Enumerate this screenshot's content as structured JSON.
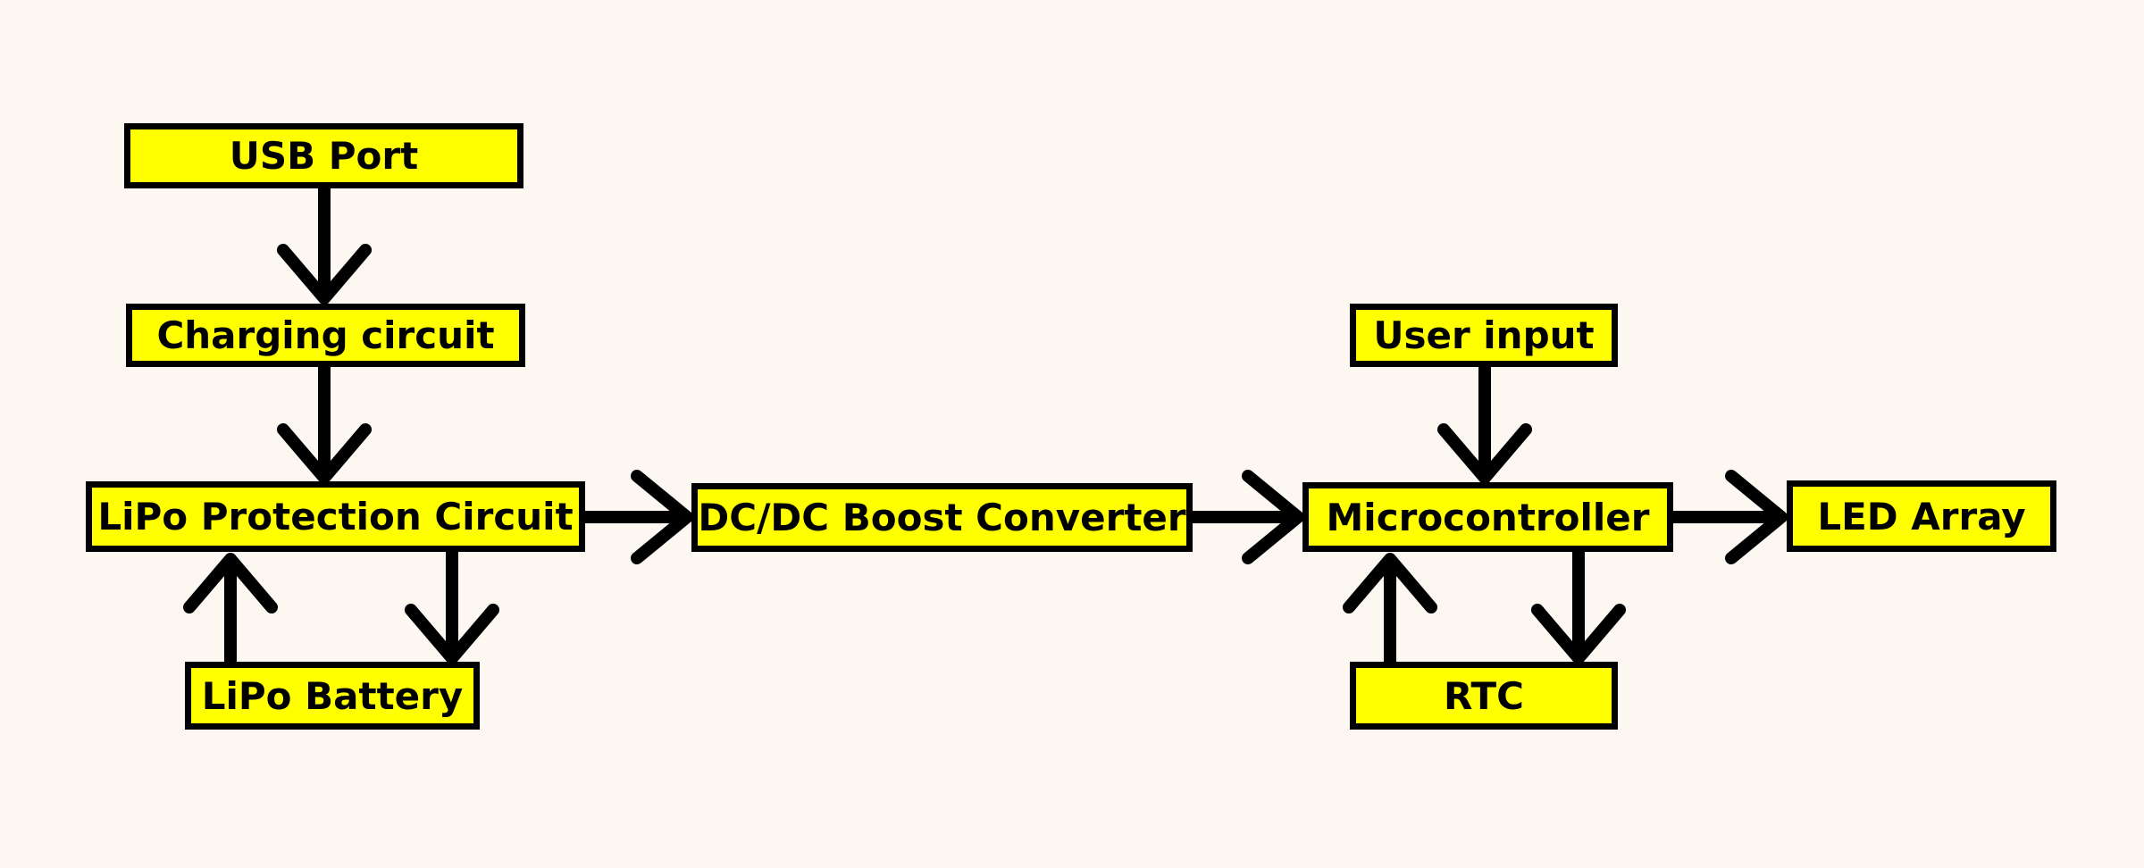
{
  "colors": {
    "background": "#FCF8F1",
    "node_fill": "#FFFF00",
    "node_border": "#000000",
    "arrow": "#000000",
    "text": "#000000"
  },
  "nodes": {
    "usb_port": {
      "label": "USB Port"
    },
    "charging_circuit": {
      "label": "Charging circuit"
    },
    "lipo_protection": {
      "label": "LiPo Protection Circuit"
    },
    "lipo_battery": {
      "label": "LiPo Battery"
    },
    "dcdc_boost": {
      "label": "DC/DC Boost Converter"
    },
    "user_input": {
      "label": "User input"
    },
    "microcontroller": {
      "label": "Microcontroller"
    },
    "rtc": {
      "label": "RTC"
    },
    "led_array": {
      "label": "LED Array"
    }
  },
  "edges": [
    {
      "from": "USB Port",
      "to": "Charging circuit",
      "direction": "down"
    },
    {
      "from": "Charging circuit",
      "to": "LiPo Protection Circuit",
      "direction": "down"
    },
    {
      "from": "LiPo Protection Circuit",
      "to": "LiPo Battery",
      "direction": "down"
    },
    {
      "from": "LiPo Battery",
      "to": "LiPo Protection Circuit",
      "direction": "up"
    },
    {
      "from": "LiPo Protection Circuit",
      "to": "DC/DC Boost Converter",
      "direction": "right"
    },
    {
      "from": "DC/DC Boost Converter",
      "to": "Microcontroller",
      "direction": "right"
    },
    {
      "from": "User input",
      "to": "Microcontroller",
      "direction": "down"
    },
    {
      "from": "Microcontroller",
      "to": "RTC",
      "direction": "down"
    },
    {
      "from": "RTC",
      "to": "Microcontroller",
      "direction": "up"
    },
    {
      "from": "Microcontroller",
      "to": "LED Array",
      "direction": "right"
    }
  ]
}
